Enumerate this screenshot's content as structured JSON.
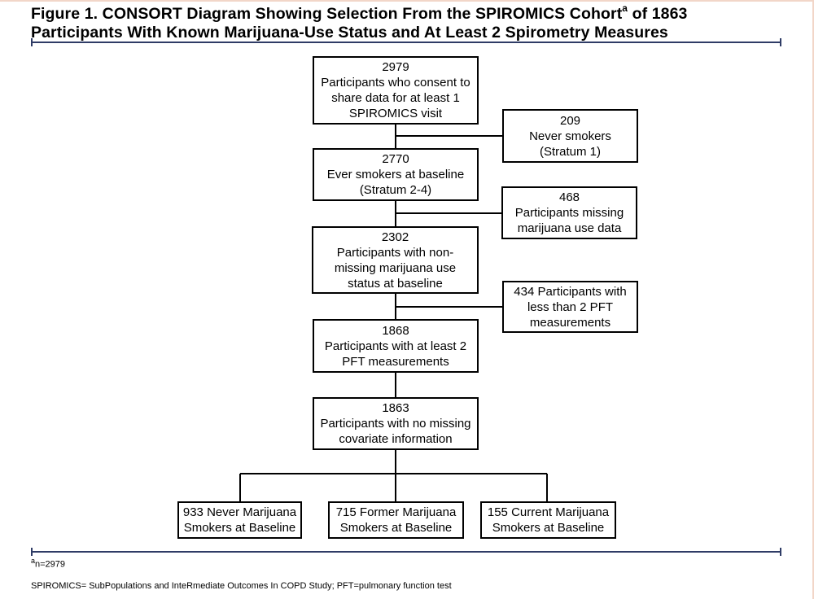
{
  "figure": {
    "title_line1": "Figure 1. CONSORT Diagram Showing Selection From the SPIROMICS Cohort",
    "title_sup": "a",
    "title_line1_end": " of 1863",
    "title_line2": "Participants With Known Marijuana-Use Status and At Least 2 Spirometry Measures"
  },
  "boxes": {
    "consent": {
      "count": "2979",
      "text": [
        "Participants who consent to",
        "share data for at least 1",
        "SPIROMICS visit"
      ]
    },
    "never_smokers": {
      "count": "209",
      "text": [
        "Never smokers",
        "(Stratum 1)"
      ]
    },
    "ever_smokers": {
      "count": "2770",
      "text": [
        "Ever smokers at baseline",
        "(Stratum 2-4)"
      ]
    },
    "missing_marijuana": {
      "count": "468",
      "text": [
        "Participants missing",
        "marijuana use data"
      ]
    },
    "nonmissing": {
      "count": "2302",
      "text": [
        "Participants with non-",
        "missing marijuana use",
        "status at baseline"
      ]
    },
    "less_pft": {
      "text": [
        "434 Participants with",
        "less than 2 PFT",
        "measurements"
      ]
    },
    "at_least_2_pft": {
      "count": "1868",
      "text": [
        "Participants with at least 2",
        "PFT measurements"
      ]
    },
    "no_missing_cov": {
      "count": "1863",
      "text": [
        "Participants with no missing",
        "covariate information"
      ]
    },
    "never_mj": {
      "text": [
        "933 Never Marijuana",
        "Smokers at Baseline"
      ]
    },
    "former_mj": {
      "text": [
        "715 Former Marijuana",
        "Smokers at Baseline"
      ]
    },
    "current_mj": {
      "text": [
        "155 Current Marijuana",
        "Smokers at Baseline"
      ]
    }
  },
  "footnotes": {
    "a_sup": "a",
    "a_text": "n=2979",
    "abbrev": "SPIROMICS= SubPopulations and InteRmediate Outcomes In COPD Study; PFT=pulmonary function test"
  }
}
